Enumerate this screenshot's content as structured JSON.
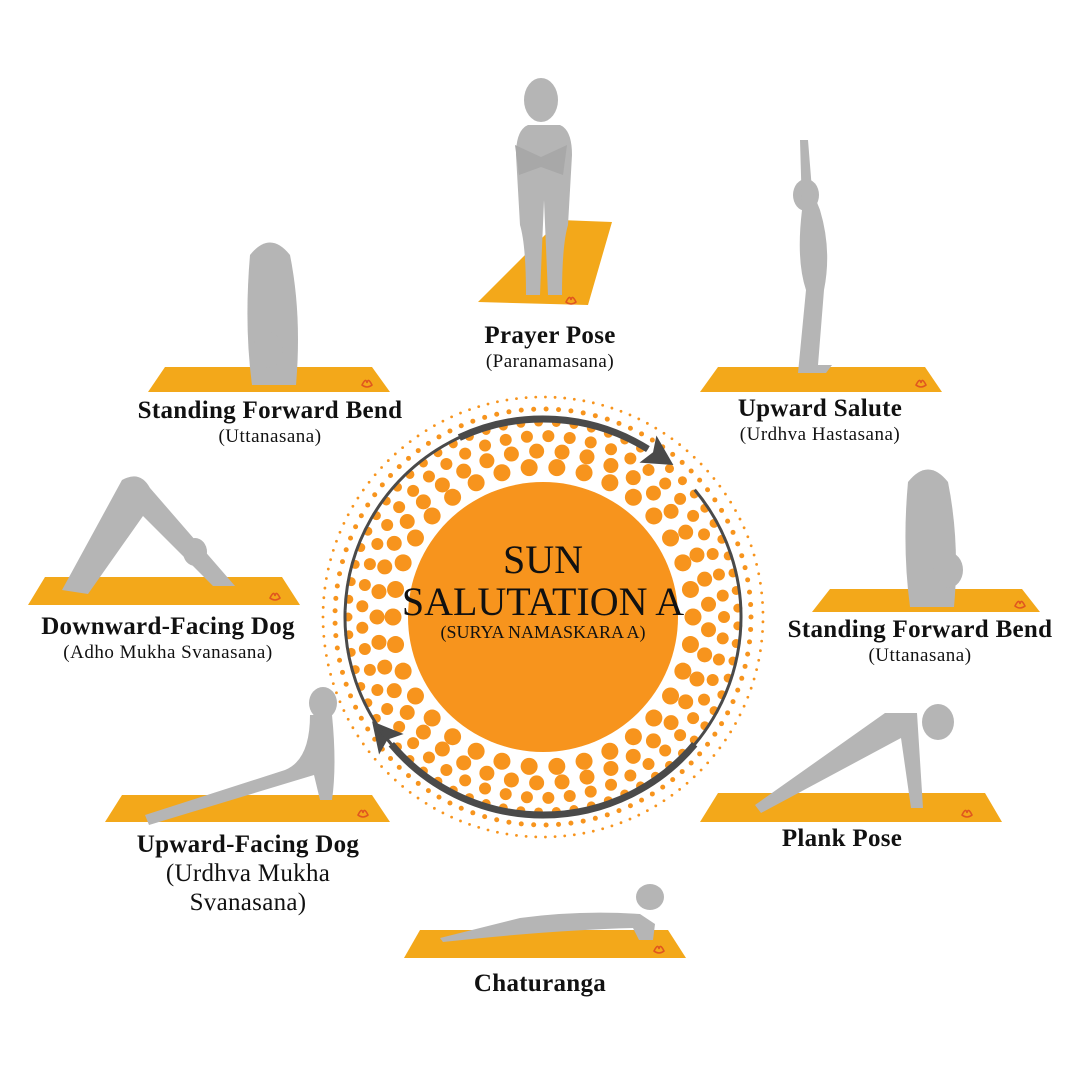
{
  "title": {
    "line1": "SUN",
    "line2": "SALUTATION A",
    "subtitle": "(SURYA NAMASKARA A)"
  },
  "colors": {
    "orange": "#f7941d",
    "mat": "#f3a81a",
    "figure": "#b5b5b5",
    "arrow": "#4a4a4a",
    "lotus": "#e0561f"
  },
  "poses": [
    {
      "name": "Prayer Pose",
      "sanskrit": "(Paranamasana)"
    },
    {
      "name": "Upward Salute",
      "sanskrit": "(Urdhva Hastasana)"
    },
    {
      "name": "Standing Forward Bend",
      "sanskrit": "(Uttanasana)"
    },
    {
      "name": "Plank Pose",
      "sanskrit": ""
    },
    {
      "name": "Chaturanga",
      "sanskrit": ""
    },
    {
      "name": "Upward-Facing Dog",
      "sanskrit": "(Urdhva Mukha",
      "sanskrit2": "Svanasana)"
    },
    {
      "name": "Downward-Facing Dog",
      "sanskrit": "(Adho Mukha Svanasana)"
    },
    {
      "name": "Standing Forward Bend",
      "sanskrit": "(Uttanasana)"
    }
  ]
}
